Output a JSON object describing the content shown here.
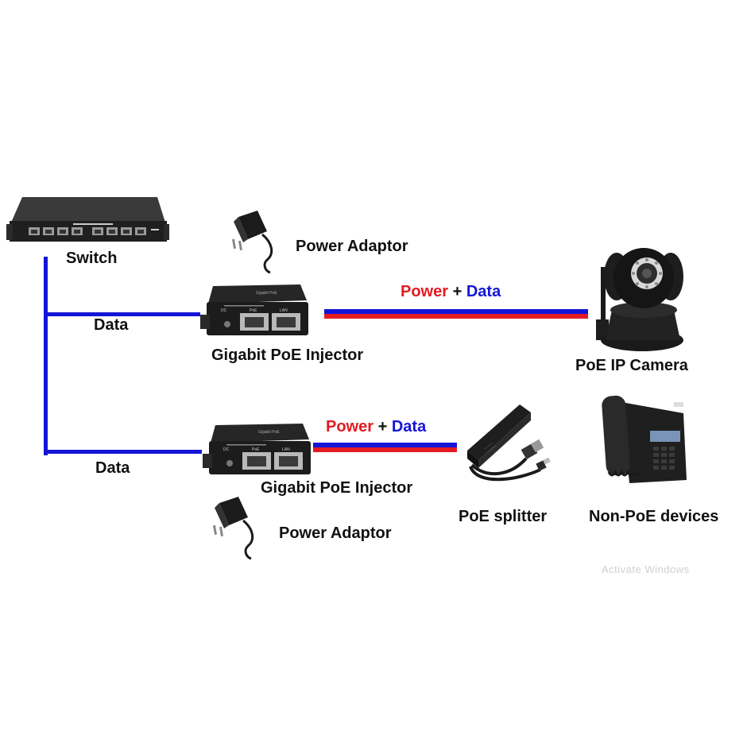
{
  "colors": {
    "power": "#e31b23",
    "data": "#1414d8",
    "device_body": "#222222",
    "label_text": "#111111"
  },
  "devices": {
    "switch": {
      "label": "Switch",
      "icon": "network-switch-icon"
    },
    "injector_top": {
      "label": "Gigabit PoE Injector",
      "icon": "poe-injector-icon",
      "panel_labels": [
        "DC",
        "PoE",
        "LAN"
      ],
      "panel_title": "Gigabit PoE"
    },
    "injector_bottom": {
      "label": "Gigabit PoE Injector",
      "icon": "poe-injector-icon",
      "panel_labels": [
        "DC",
        "PoE",
        "LAN"
      ],
      "panel_title": "Gigabit PoE"
    },
    "adaptor_top": {
      "label": "Power Adaptor",
      "icon": "power-adapter-icon"
    },
    "adaptor_bottom": {
      "label": "Power Adaptor",
      "icon": "power-adapter-icon"
    },
    "camera": {
      "label": "PoE IP Camera",
      "icon": "ip-camera-icon"
    },
    "splitter": {
      "label": "PoE splitter",
      "icon": "poe-splitter-icon"
    },
    "phone": {
      "label": "Non-PoE devices",
      "icon": "desk-phone-icon"
    }
  },
  "links": {
    "switch_to_injector_top": {
      "label": "Data"
    },
    "switch_to_injector_bottom": {
      "label": "Data"
    },
    "injector_top_to_camera": {
      "power_label": "Power",
      "plus": "+",
      "data_label": "Data"
    },
    "injector_bottom_to_splitter": {
      "power_label": "Power",
      "plus": "+",
      "data_label": "Data"
    }
  },
  "watermark": "Activate Windows"
}
